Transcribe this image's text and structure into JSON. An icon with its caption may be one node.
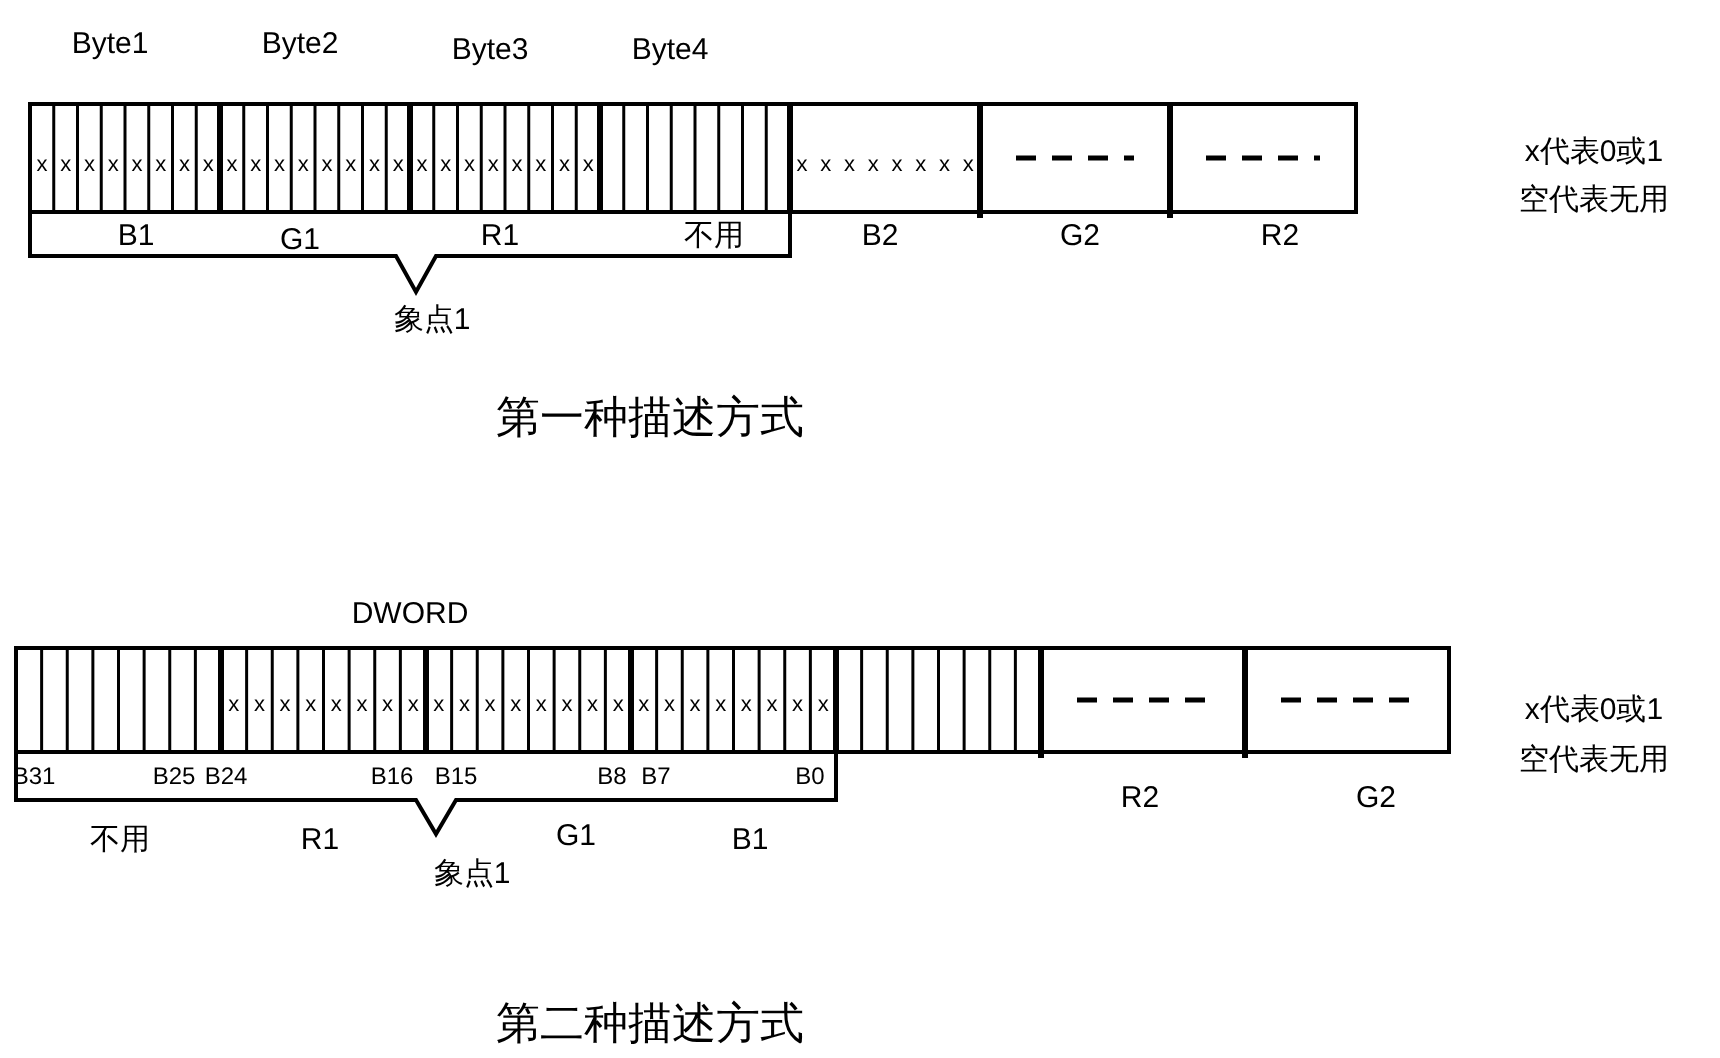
{
  "diagram": {
    "labels": [
      "Byte1",
      "Byte2",
      "Byte3",
      "Byte4",
      "x",
      "x",
      "x",
      "x",
      "x",
      "x",
      "x",
      "x",
      "x",
      "x",
      "x",
      "x",
      "x",
      "x",
      "x",
      "x",
      "x",
      "x",
      "x",
      "x",
      "x",
      "x",
      "x",
      "x",
      "x",
      "x",
      "x",
      "x",
      "x",
      "x",
      "x",
      "x",
      "B1",
      "G1",
      "R1",
      "不用",
      "B2",
      "G2",
      "R2",
      "x代表0或1",
      "空代表无用",
      "象点1",
      "第一种描述方式",
      "DWORD",
      "x",
      "x",
      "x",
      "x",
      "x",
      "x",
      "x",
      "x",
      "x",
      "x",
      "x",
      "x",
      "x",
      "x",
      "x",
      "x",
      "x",
      "x",
      "x",
      "x",
      "x",
      "x",
      "x",
      "x",
      "B31",
      "B25",
      "B24",
      "B16",
      "B15",
      "B8",
      "B7",
      "B0",
      "不用",
      "R1",
      "G1",
      "B1",
      "R2",
      "G2",
      "x代表0或1",
      "空代表无用",
      "象点1",
      "第二种描述方式"
    ]
  }
}
